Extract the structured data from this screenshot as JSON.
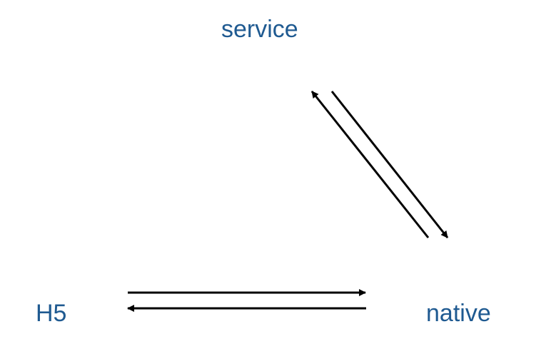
{
  "diagram": {
    "nodes": {
      "service": {
        "label": "service"
      },
      "h5": {
        "label": "H5"
      },
      "native": {
        "label": "native"
      }
    },
    "edges": [
      {
        "from": "native",
        "to": "service"
      },
      {
        "from": "service",
        "to": "native"
      },
      {
        "from": "h5",
        "to": "native"
      },
      {
        "from": "native",
        "to": "h5"
      }
    ]
  },
  "colors": {
    "label": "#1f5a91",
    "arrow": "#000000",
    "background": "#ffffff"
  }
}
